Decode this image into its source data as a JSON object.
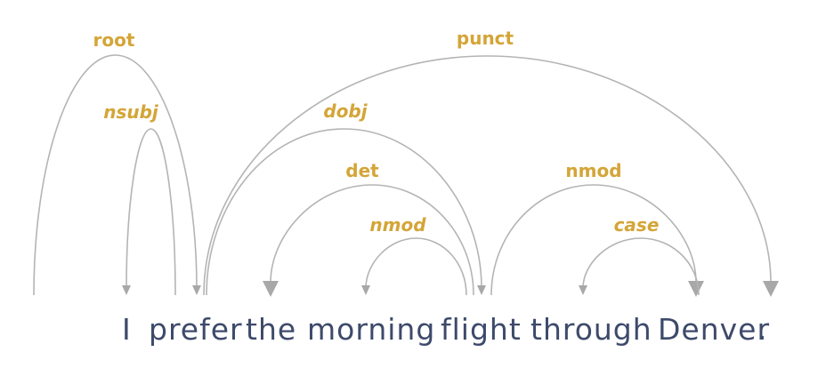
{
  "sentence": {
    "words": [
      "I",
      "prefer",
      "the",
      "morning",
      "flight",
      "through",
      "Denver",
      "."
    ]
  },
  "arcs": [
    {
      "id": "root",
      "label": "root",
      "italic": false,
      "head": null,
      "dep": 1
    },
    {
      "id": "nsubj",
      "label": "nsubj",
      "italic": true,
      "head": 1,
      "dep": 0
    },
    {
      "id": "punct",
      "label": "punct",
      "italic": false,
      "head": 1,
      "dep": 7
    },
    {
      "id": "dobj",
      "label": "dobj",
      "italic": true,
      "head": 1,
      "dep": 4
    },
    {
      "id": "det",
      "label": "det",
      "italic": false,
      "head": 4,
      "dep": 2
    },
    {
      "id": "nmod1",
      "label": "nmod",
      "italic": true,
      "head": 4,
      "dep": 3
    },
    {
      "id": "nmod2",
      "label": "nmod",
      "italic": false,
      "head": 4,
      "dep": 6
    },
    {
      "id": "case",
      "label": "case",
      "italic": true,
      "head": 6,
      "dep": 5
    }
  ],
  "colors": {
    "label": "#d4a537",
    "arc": "#b4b4b4",
    "word": "#3d4a6b"
  }
}
